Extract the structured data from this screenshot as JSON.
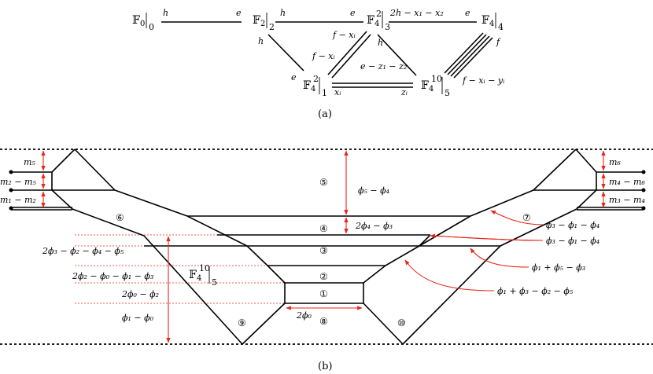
{
  "top_diagram": {
    "caption": "(a)",
    "nodes": {
      "f0": {
        "base": "𝔽",
        "index": "0",
        "sub": "0"
      },
      "f2": {
        "base": "𝔽",
        "index": "2",
        "sub": "2"
      },
      "f4_2_3": {
        "base": "𝔽",
        "index": "4",
        "sup": "2",
        "sub": "3"
      },
      "f4_4": {
        "base": "𝔽",
        "index": "4",
        "sub": "4"
      },
      "f4_2_1": {
        "base": "𝔽",
        "index": "4",
        "sup": "2",
        "sub": "1"
      },
      "f4_10_5": {
        "base": "𝔽",
        "index": "4",
        "sup": "10",
        "sub": "5"
      }
    },
    "edge_labels": {
      "f0_f2_left": "h",
      "f0_f2_right": "e",
      "f2_f423_left": "h",
      "f2_f423_right": "e",
      "f2_f421_top": "h",
      "f2_f421_bottom": "e",
      "f423_f44_left": "2h − x₁ − x₂",
      "f423_f44_right": "e",
      "f423_f421_top": "f − xᵢ",
      "f423_f421_bottom": "f − xᵢ",
      "f423_f4105_top": "h",
      "f423_f4105_mid": "e − z₁ − z₂",
      "f421_f4105_left": "xᵢ",
      "f421_f4105_right": "zᵢ",
      "f44_f4105_top": "f",
      "f44_f4105_bottom": "f − xᵢ − yᵢ"
    }
  },
  "bottom_diagram": {
    "caption": "(b)",
    "center_label": {
      "base": "𝔽",
      "index": "4",
      "sup": "10",
      "sub": "5"
    },
    "regions": [
      "⑤",
      "④",
      "③",
      "②",
      "①",
      "⑧",
      "⑥",
      "⑦",
      "⑨",
      "⑩"
    ],
    "left_masses": [
      "m₅",
      "m₂ − m₅",
      "m₁ − m₂"
    ],
    "right_masses": [
      "m₆",
      "m₄ − m₆",
      "m₃ − m₄"
    ],
    "center_measures": [
      "ϕ₅ − ϕ₄",
      "2ϕ₄ − ϕ₃"
    ],
    "left_measures": [
      "2ϕ₃ − ϕ₂ − ϕ₄ − ϕ₅",
      "2ϕ₂ − ϕ₀ − ϕ₁ − ϕ₃",
      "2ϕ₀ − ϕ₂",
      "ϕ₁ − ϕ₀"
    ],
    "bottom_measure": "2ϕ₀",
    "right_annotations": [
      "ϕ₃ − ϕ₁ − ϕ₄",
      "ϕ₃ − ϕ₁ − ϕ₄",
      "ϕ₁ + ϕ₅ − ϕ₃",
      "ϕ₁ + ϕ₃ − ϕ₂ − ϕ₅"
    ],
    "colors": {
      "measure": "#e8261d",
      "line": "#000000"
    }
  }
}
